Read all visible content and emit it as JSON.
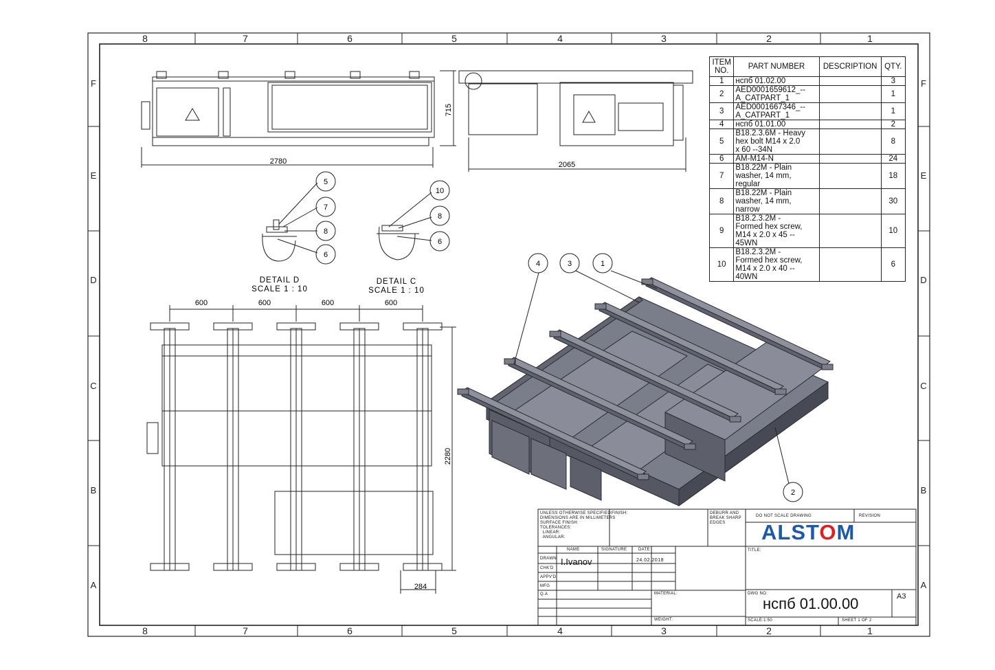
{
  "zones": {
    "columns": [
      "8",
      "7",
      "6",
      "5",
      "4",
      "3",
      "2",
      "1"
    ],
    "rows": [
      "F",
      "E",
      "D",
      "C",
      "B",
      "A"
    ]
  },
  "dimensions": {
    "front_width": "2780",
    "front_height": "715",
    "side_width": "2065",
    "plan_height": "2280",
    "plan_spacing": [
      "600",
      "600",
      "600",
      "600"
    ],
    "plan_bottom": "284"
  },
  "details": [
    {
      "title": "DETAIL D",
      "scale": "SCALE 1 : 10",
      "balloons": [
        "5",
        "7",
        "8",
        "6"
      ]
    },
    {
      "title": "DETAIL C",
      "scale": "SCALE 1 : 10",
      "balloons": [
        "10",
        "8",
        "6"
      ]
    }
  ],
  "iso_balloons": [
    "4",
    "3",
    "1",
    "2"
  ],
  "bom": {
    "headers": {
      "item": "ITEM NO.",
      "part": "PART NUMBER",
      "desc": "DESCRIPTION",
      "qty": "QTY."
    },
    "rows": [
      {
        "item": "1",
        "part": "нспб 01.02.00",
        "qty": "3"
      },
      {
        "item": "2",
        "part": "AED0001659612_--\nA_CATPART_1",
        "qty": "1"
      },
      {
        "item": "3",
        "part": "AED0001667346_--\nA_CATPART_1",
        "qty": "1"
      },
      {
        "item": "4",
        "part": "нспб 01.01.00",
        "qty": "2"
      },
      {
        "item": "5",
        "part": "B18.2.3.6M - Heavy\nhex bolt M14 x 2.0\nx 60 --34N",
        "qty": "8"
      },
      {
        "item": "6",
        "part": "AM-M14-N",
        "qty": "24"
      },
      {
        "item": "7",
        "part": "B18.22M - Plain\nwasher, 14 mm,\nregular",
        "qty": "18"
      },
      {
        "item": "8",
        "part": "B18.22M - Plain\nwasher, 14 mm,\nnarrow",
        "qty": "30"
      },
      {
        "item": "9",
        "part": "B18.2.3.2M -\nFormed hex screw,\nM14 x 2.0 x 45 --\n45WN",
        "qty": "10"
      },
      {
        "item": "10",
        "part": "B18.2.3.2M -\nFormed hex screw,\nM14 x 2.0 x 40 --\n40WN",
        "qty": "6"
      }
    ]
  },
  "title_block": {
    "unless_note": "UNLESS OTHERWISE SPECIFIED:\nDIMENSIONS ARE IN MILLIMETERS\nSURFACE FINISH:\nTOLERANCES:\n  LINEAR:\n  ANGULAR:",
    "finish_label": "FINISH:",
    "deburr_label": "DEBURR AND\nBREAK SHARP\nEDGES",
    "no_scale": "DO NOT SCALE DRAWING",
    "revision_label": "REVISION",
    "company": "ALSTOM",
    "name_label": "NAME",
    "signature_label": "SIGNATURE",
    "date_label": "DATE",
    "drawn_label": "DRAWN",
    "drawn_by": "I.Ivanov",
    "drawn_date": "24.02.2018",
    "roles": [
      "CHK'D",
      "APPV'D",
      "MFG",
      "Q.A"
    ],
    "title_label": "TITLE:",
    "material_label": "MATERIAL:",
    "weight_label": "WEIGHT:",
    "dwg_no_label": "DWG NO.",
    "dwg_no": "нспб 01.00.00",
    "size": "A3",
    "scale": "SCALE:1:50",
    "sheet": "SHEET 1 OF 2"
  },
  "colors": {
    "line": "#1a1a1a",
    "model": "#6b6e7a",
    "model_dark": "#4f525d",
    "logo": "#1c59a8",
    "logo_accent": "#e02020"
  }
}
